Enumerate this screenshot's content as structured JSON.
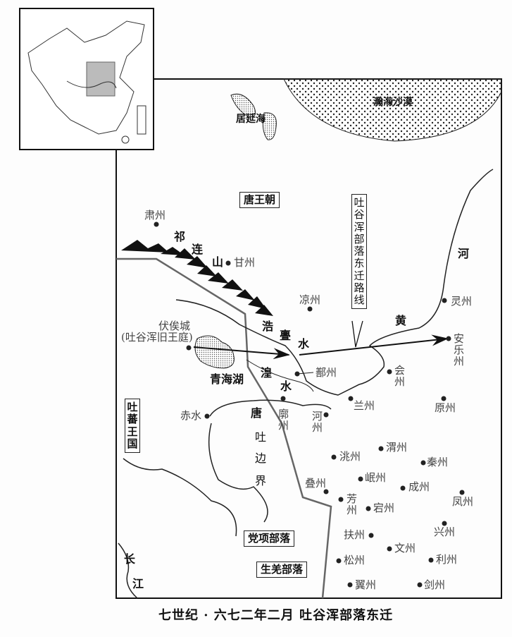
{
  "caption": "七世纪 · 六七二年二月  吐谷浑部落东迁",
  "regions": {
    "tang": "唐王朝",
    "tubo": "吐蕃王国",
    "dangxiang": "党项部落",
    "shengqiang": "生羌部落",
    "route": "吐谷浑部落东迁路线",
    "desert": "瀚海沙漠",
    "juyan": "居延海",
    "qinghai": "青海湖"
  },
  "mountain": [
    "祁",
    "连",
    "山"
  ],
  "rivers": {
    "haomen": [
      "浩",
      "亹",
      "水"
    ],
    "huang_shui": [
      "湟",
      "水"
    ],
    "yellow": [
      "黄",
      "河"
    ],
    "yangtze": [
      "长",
      "江"
    ]
  },
  "border": [
    "唐",
    "吐",
    "边",
    "界"
  ],
  "fuqi": {
    "name": "伏俟城",
    "note": "(吐谷浑旧王庭)"
  },
  "cities": [
    "肃州",
    "甘州",
    "凉州",
    "鄯州",
    "兰州",
    "廓州",
    "河州",
    "会州",
    "灵州",
    "安乐州",
    "原州",
    "赤水",
    "洮州",
    "渭州",
    "秦州",
    "岷州",
    "成州",
    "叠州",
    "芳州",
    "宕州",
    "凤州",
    "兴州",
    "扶州",
    "文州",
    "松州",
    "利州",
    "翼州",
    "剑州"
  ]
}
